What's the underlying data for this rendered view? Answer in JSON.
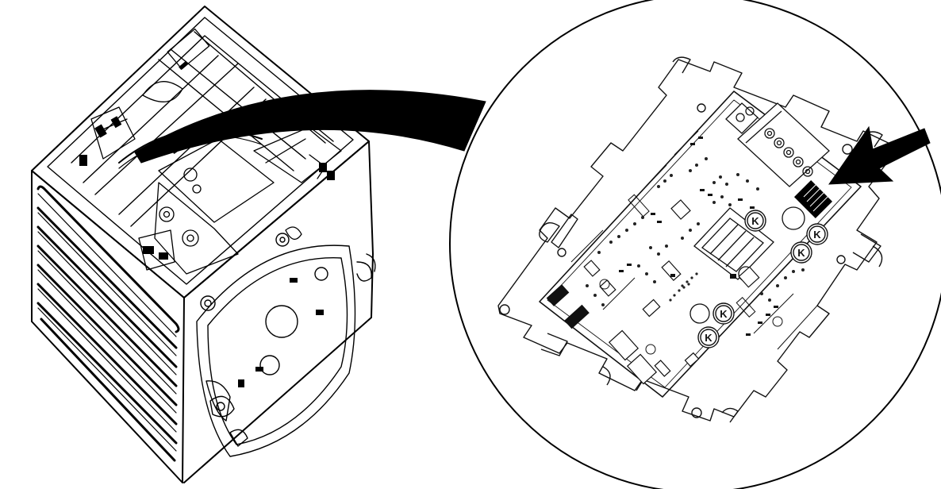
{
  "figure": {
    "subjects": [
      {
        "id": "appliance-cabinet",
        "description_icon": "washer-cabinet-icon"
      },
      {
        "id": "control-board-detail",
        "description_icon": "pcb-board-icon"
      }
    ],
    "detail_target": "connector-block",
    "board_marks": [
      "K",
      "K",
      "K",
      "K",
      "K"
    ]
  },
  "colors": {
    "line": "#000000",
    "fill": "#ffffff",
    "pcb_line": "#222222"
  }
}
